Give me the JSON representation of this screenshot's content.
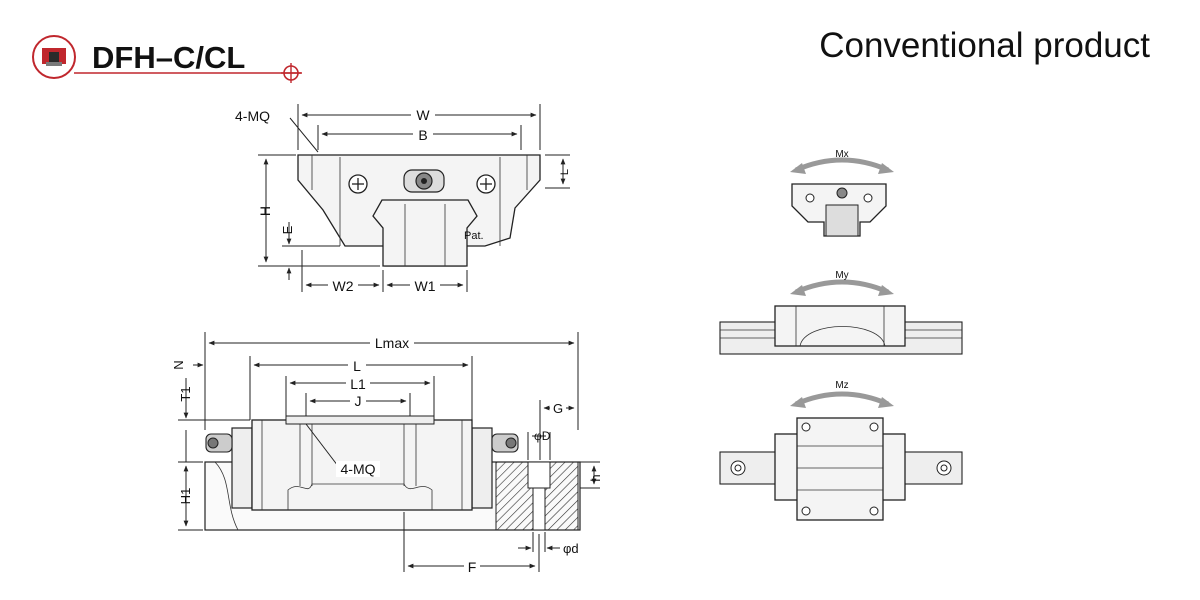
{
  "header": {
    "model": "DFH–C/CL",
    "subtitle": "Conventional product",
    "accent_color": "#c0272d"
  },
  "front_view": {
    "labels": {
      "mq": "4-MQ",
      "w": "W",
      "b": "B",
      "h": "H",
      "e": "E",
      "w2": "W2",
      "w1": "W1",
      "l_small": "L",
      "pat": "Pat."
    }
  },
  "side_view": {
    "labels": {
      "lmax": "Lmax",
      "n": "N",
      "l": "L",
      "l1": "L1",
      "j": "J",
      "t1": "T1",
      "h1": "H1",
      "mq": "4-MQ",
      "g": "G",
      "phi_big_d": "φD",
      "h": "h",
      "f": "F",
      "phi_small_d": "φd"
    }
  },
  "moment_views": {
    "mx": "Mx",
    "my": "My",
    "mz": "Mz"
  }
}
